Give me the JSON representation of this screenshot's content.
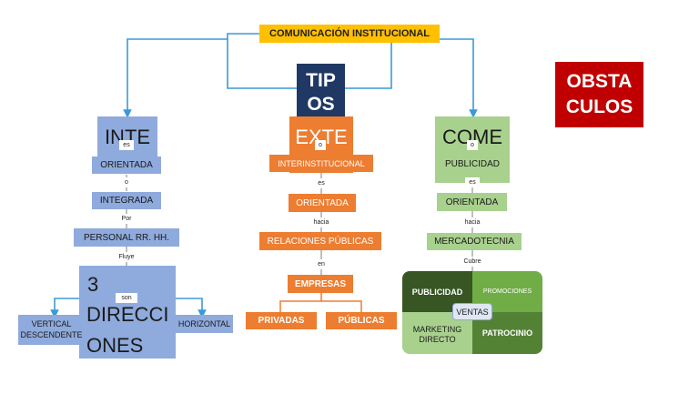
{
  "title": "COMUNICACIÓN INSTITUCIONAL",
  "tipos": [
    "TIP",
    "OS"
  ],
  "obstaculos": [
    "OBSTA",
    "CULOS"
  ],
  "interna": {
    "header": "INTE",
    "es": "es",
    "orientada": "ORIENTADA",
    "o": "o",
    "integrada": "INTEGRADA",
    "por": "Por",
    "personal": "PERSONAL RR. HH.",
    "fluye": "Fluye",
    "dir_number": "3",
    "dir_word1": "DIRECCI",
    "dir_word2": "ONES",
    "son": "son",
    "vertical": "VERTICAL",
    "descendente": "DESCENDENTE",
    "horizontal": "HORIZONTAL"
  },
  "externa": {
    "header": "EXTE",
    "o": "o",
    "inter": "INTERINSTITUCIONAL",
    "es": "es",
    "orientada": "ORIENTADA",
    "hacia": "hacia",
    "rrpp": "RELACIONES PÚBLICAS",
    "en": "en",
    "empresas": "EMPRESAS",
    "privadas": "PRIVADAS",
    "publicas": "PÚBLICAS"
  },
  "comercial": {
    "header": "COME",
    "o": "o",
    "publicidad": "PUBLICIDAD",
    "es": "es",
    "orientada": "ORIENTADA",
    "hacia": "hacia",
    "mercadotecnia": "MERCADOTECNIA",
    "cubre": "Cubre",
    "grid": {
      "publicidad": "PUBLICIDAD",
      "promociones": "PROMOCIONES",
      "ventas": "VENTAS",
      "marketing1": "MARKETING",
      "marketing2": "DIRECTO",
      "patrocinio": "PATROCINIO"
    }
  },
  "colors": {
    "title_bg": "#ffc000",
    "tipos_bg": "#1f3864",
    "obstaculos_bg": "#c00000",
    "blue": "#8faadc",
    "orange": "#ed7d31",
    "green": "#a9d18e",
    "connector": "#3a9ad9"
  }
}
